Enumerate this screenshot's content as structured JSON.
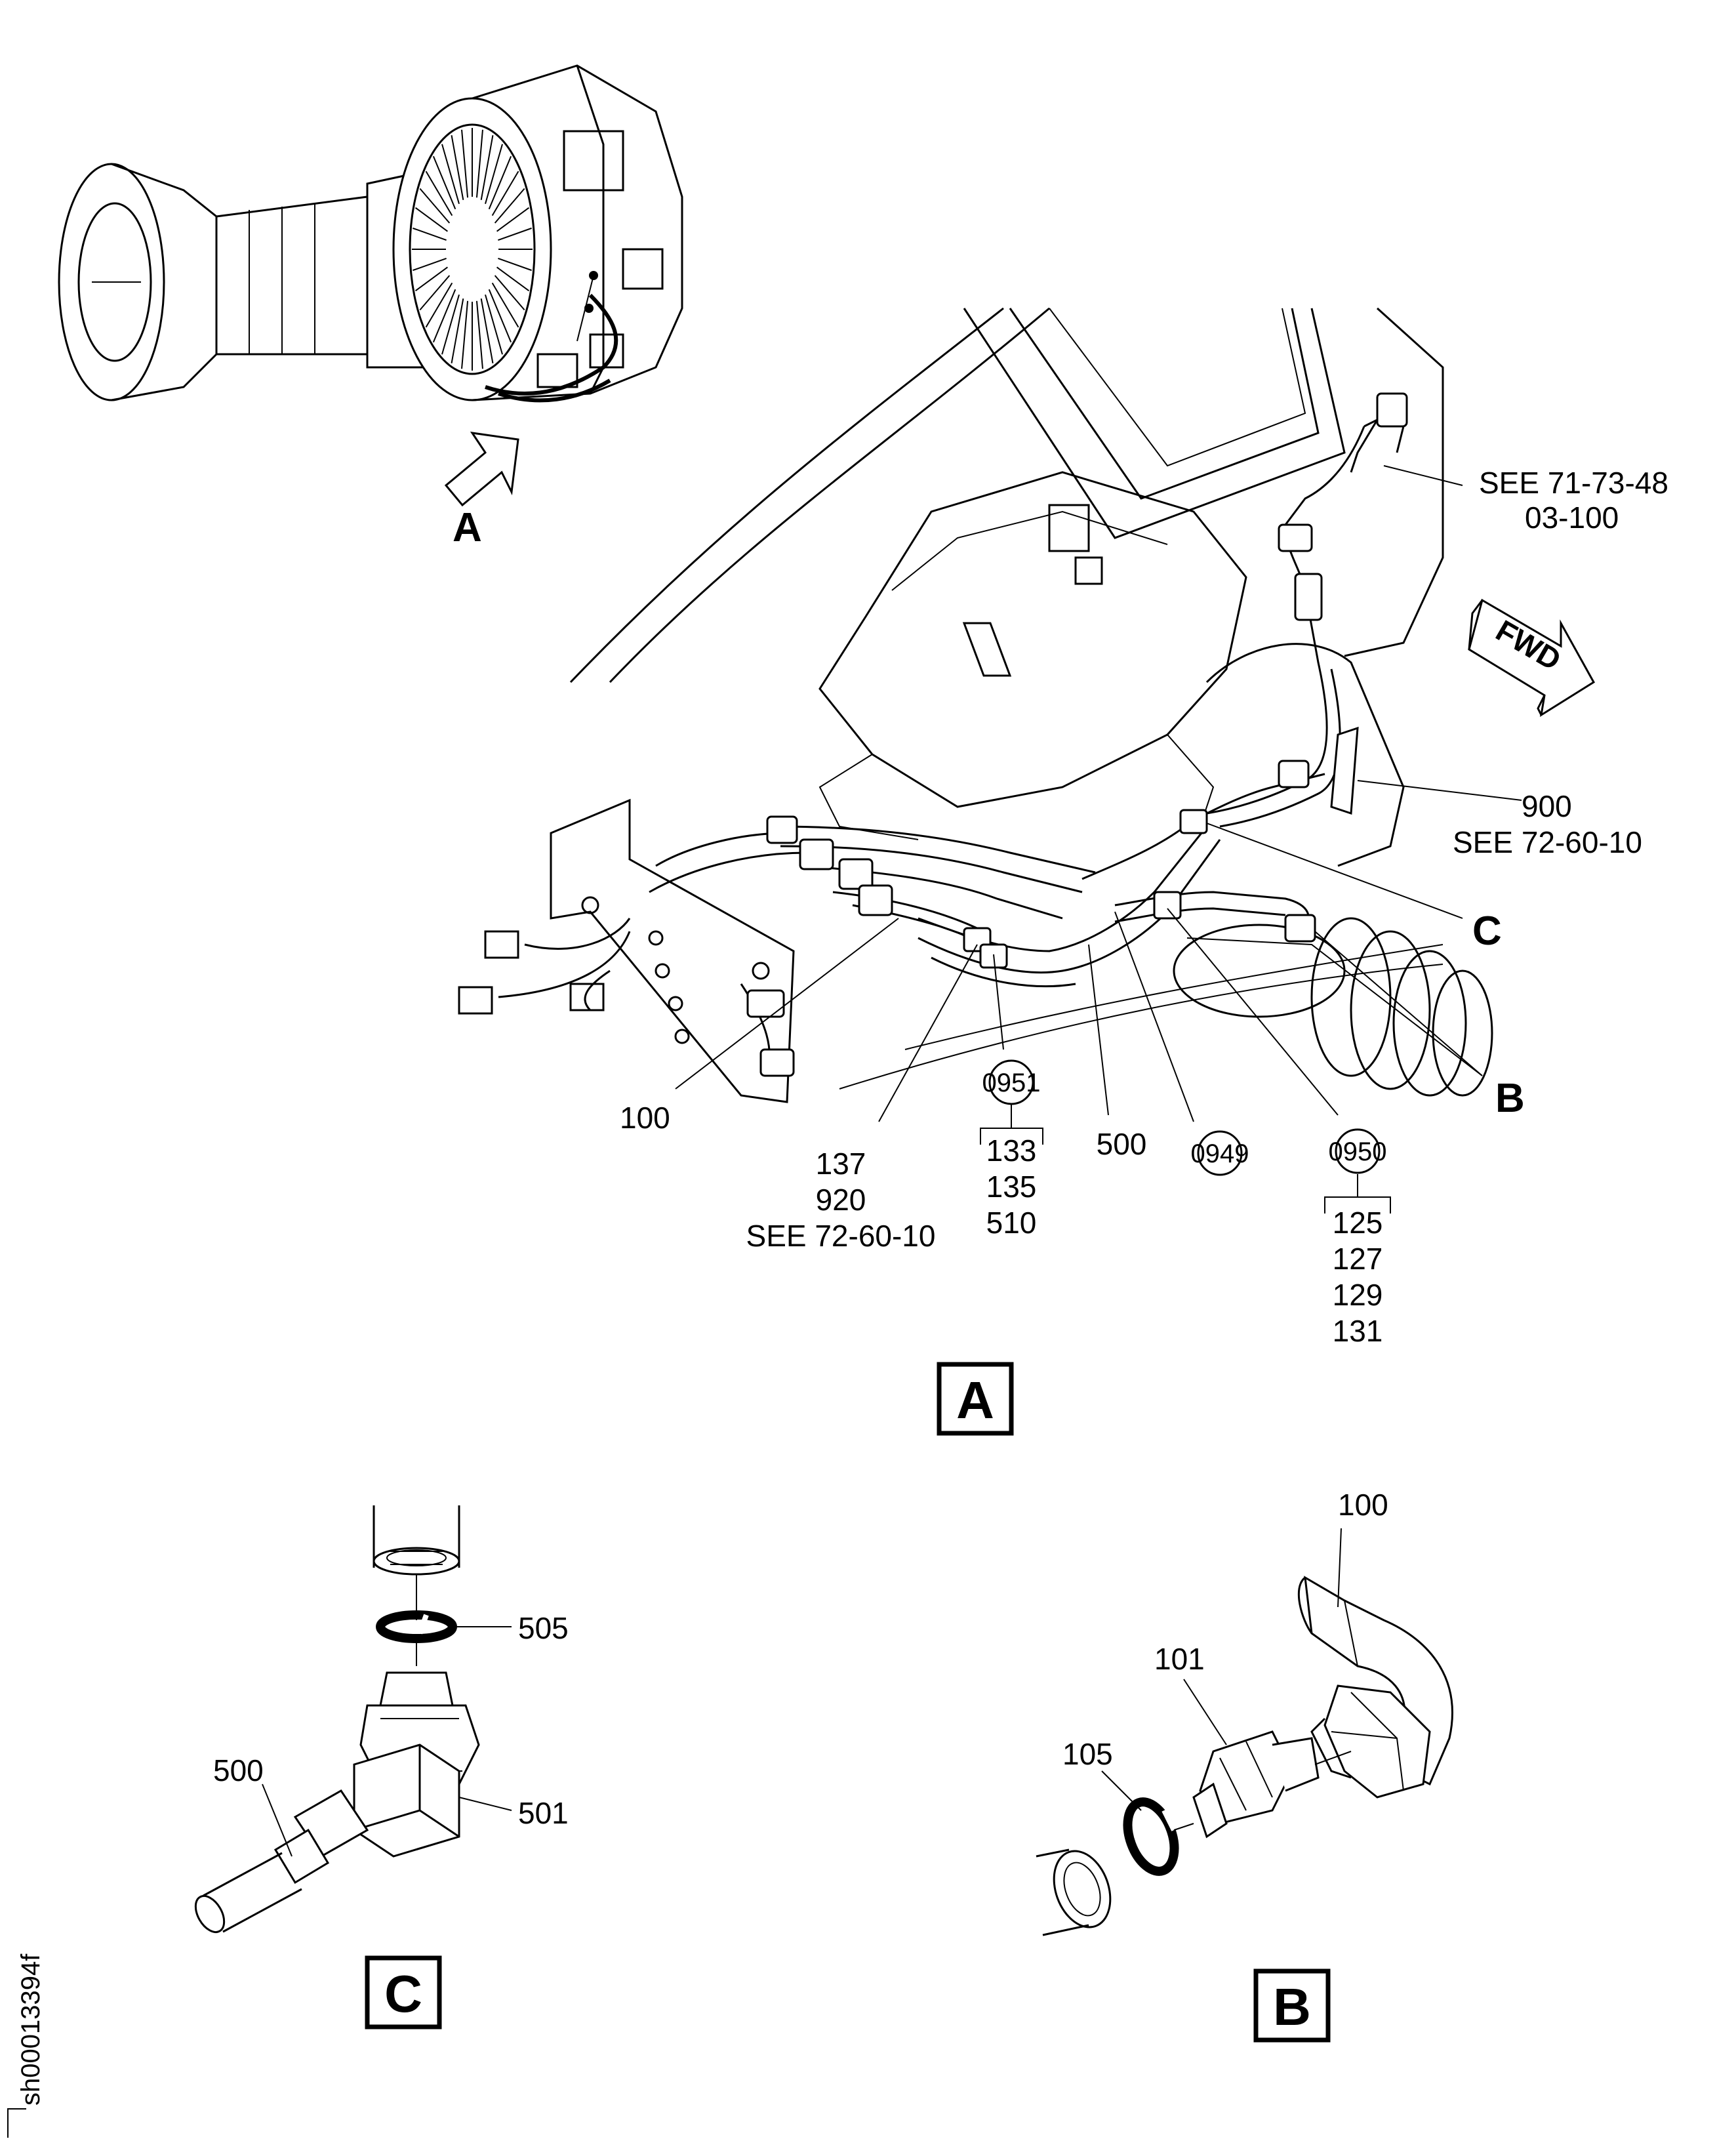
{
  "engine_view": {
    "callout_letter": "A"
  },
  "view_a": {
    "box_label": "A",
    "fwd_label": "FWD",
    "see_71_line1": "SEE 71-73-48",
    "see_71_line2": "03-100",
    "item_900": "900",
    "see_72_upper": "SEE 72-60-10",
    "letter_c": "C",
    "letter_b": "B",
    "item_100": "100",
    "group_137": [
      "137",
      "920",
      "SEE 72-60-10"
    ],
    "code_0951": "0951",
    "group_133": [
      "133",
      "135",
      "510"
    ],
    "item_500": "500",
    "code_0949": "0949",
    "code_0950": "0950",
    "group_125": [
      "125",
      "127",
      "129",
      "131"
    ]
  },
  "view_c": {
    "box_label": "C",
    "item_505": "505",
    "item_500": "500",
    "item_501": "501"
  },
  "view_b": {
    "box_label": "B",
    "item_100": "100",
    "item_101": "101",
    "item_105": "105"
  },
  "sheet_id": "sh00013394f"
}
